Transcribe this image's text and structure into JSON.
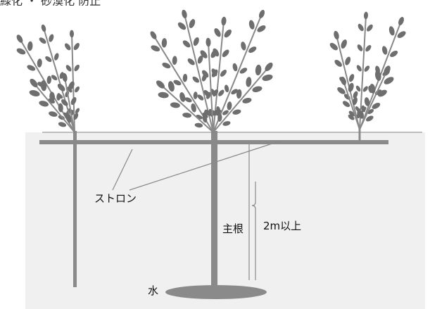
{
  "header": {
    "caption": "緑化 ・ 砂漠化 防止"
  },
  "labels": {
    "stolon": "ストロン",
    "main_root": "主根",
    "depth": "2m以上",
    "water": "水"
  },
  "colors": {
    "ground": "#f0f0f0",
    "plant": "#6e6e6e",
    "stem": "#888888",
    "water": "#8a8a8a"
  }
}
